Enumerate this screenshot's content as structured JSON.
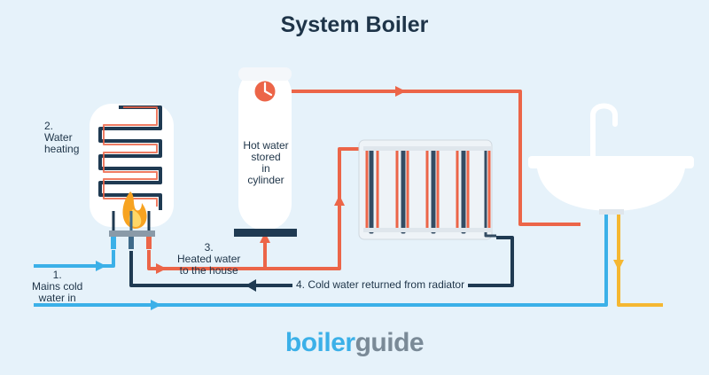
{
  "title": "System Boiler",
  "labels": {
    "water_heating": [
      "2.",
      "Water",
      "heating"
    ],
    "hot_water_stored": [
      "Hot water",
      "stored",
      "in cylinder"
    ],
    "heated_water": [
      "3.",
      "Heated water",
      "to the house"
    ],
    "mains_cold": [
      "1.",
      "Mains cold",
      "water in"
    ],
    "cold_return": "4. Cold water returned from radiator"
  },
  "logo": {
    "part1": "boiler",
    "part2": "guide"
  },
  "colors": {
    "background": "#e6f2fa",
    "hot_pipe": "#ec6548",
    "cold_return_pipe": "#1f3a52",
    "mains_pipe": "#3bb0e8",
    "drain_pipe": "#f5b731",
    "title_text": "#1e3448"
  }
}
